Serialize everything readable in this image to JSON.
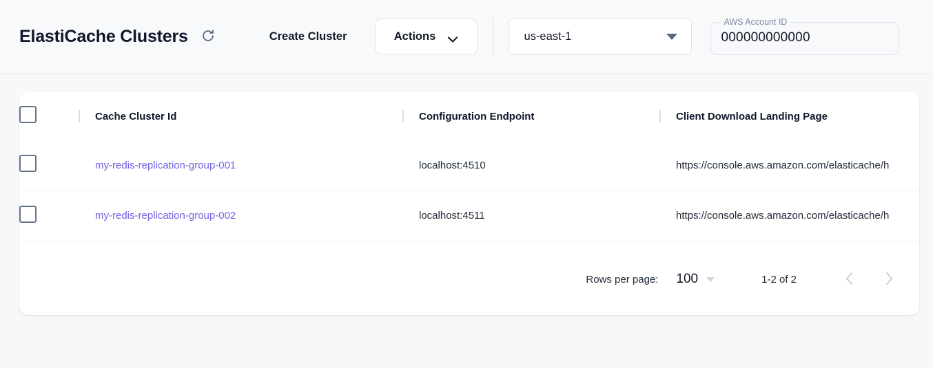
{
  "header": {
    "title": "ElastiCache Clusters",
    "refresh_icon": "refresh-icon",
    "create_cluster_label": "Create Cluster",
    "actions_label": "Actions",
    "actions_icon": "chevron-down-icon",
    "region": {
      "value": "us-east-1",
      "caret_icon": "caret-down-icon"
    },
    "account": {
      "label": "AWS Account ID",
      "value": "000000000000"
    }
  },
  "table": {
    "select_all_checkbox": "unchecked",
    "columns": [
      {
        "key": "cache_cluster_id",
        "label": "Cache Cluster Id"
      },
      {
        "key": "configuration_endpoint",
        "label": "Configuration Endpoint"
      },
      {
        "key": "client_download_landing_page",
        "label": "Client Download Landing Page"
      }
    ],
    "rows": [
      {
        "checkbox": "unchecked",
        "cache_cluster_id": "my-redis-replication-group-001",
        "configuration_endpoint": "localhost:4510",
        "client_download_landing_page": "https://console.aws.amazon.com/elasticache/h"
      },
      {
        "checkbox": "unchecked",
        "cache_cluster_id": "my-redis-replication-group-002",
        "configuration_endpoint": "localhost:4511",
        "client_download_landing_page": "https://console.aws.amazon.com/elasticache/h"
      }
    ]
  },
  "pagination": {
    "rows_per_page_label": "Rows per page:",
    "rows_per_page_value": "100",
    "range_label": "1-2 of 2",
    "prev_icon": "chevron-left-icon",
    "next_icon": "chevron-right-icon"
  },
  "colors": {
    "page_background": "#f7f8fa",
    "card_background": "#ffffff",
    "link": "#6e62e4",
    "text_primary": "#111827",
    "muted": "#7b8aa0",
    "border": "#dfe3e8"
  }
}
